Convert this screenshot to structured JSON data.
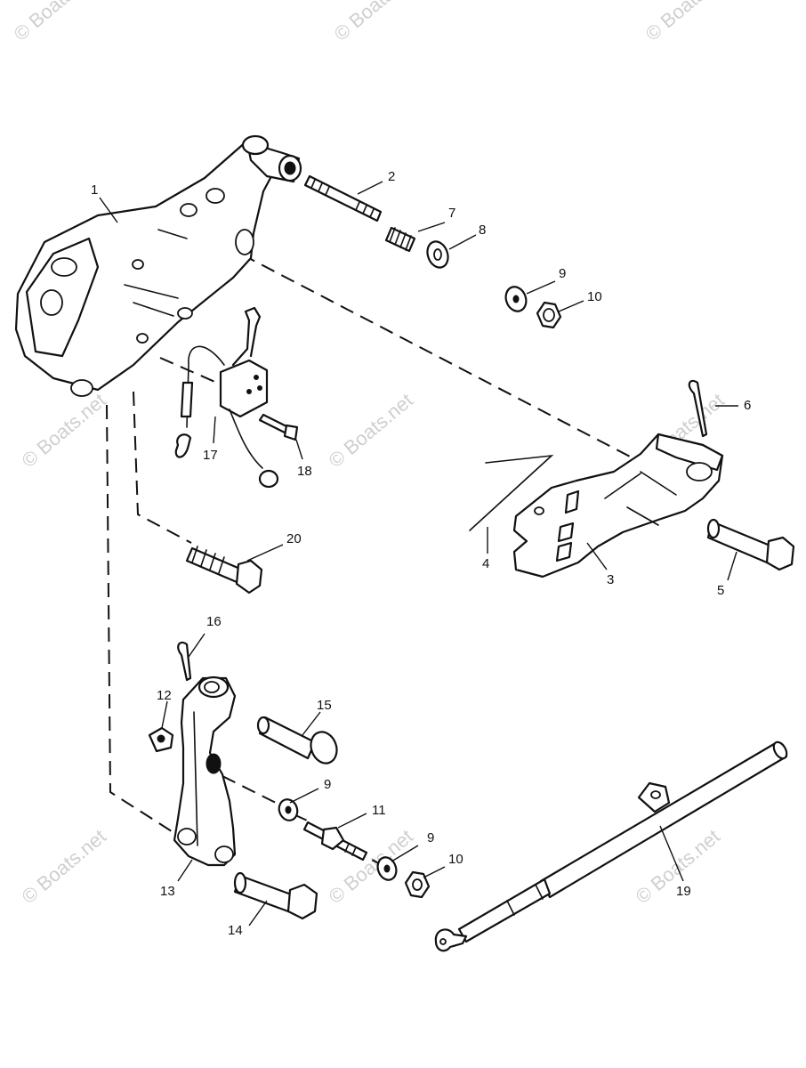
{
  "diagram": {
    "watermark": "© Boats.net",
    "callouts": {
      "c1": "1",
      "c2": "2",
      "c3": "3",
      "c4": "4",
      "c5": "5",
      "c6": "6",
      "c7": "7",
      "c8": "8",
      "c9a": "9",
      "c10a": "10",
      "c11": "11",
      "c12": "12",
      "c13": "13",
      "c14": "14",
      "c15": "15",
      "c16": "16",
      "c17": "17",
      "c18": "18",
      "c9b": "9",
      "c9c": "9",
      "c10b": "10",
      "c19": "19",
      "c20": "20"
    }
  }
}
